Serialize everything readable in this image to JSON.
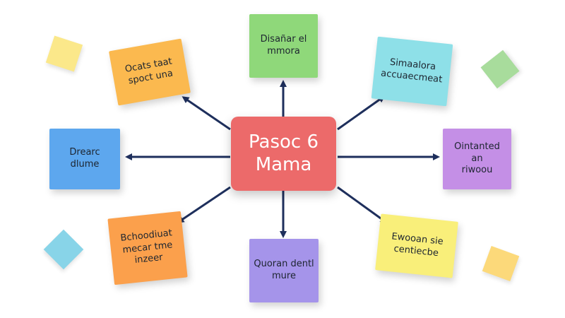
{
  "center": {
    "label": "Pasoc 6\nMama",
    "color": "#ec6a6a"
  },
  "notes": [
    {
      "id": "top",
      "label": "Disañar el\nmmora",
      "color": "#8fd87a"
    },
    {
      "id": "top-left",
      "label": "Ocats taat\nspoct una",
      "color": "#fbb94f"
    },
    {
      "id": "top-right",
      "label": "Simaalora\naccuaecmeat",
      "color": "#8ee0e8"
    },
    {
      "id": "left",
      "label": "Drearc dlume",
      "color": "#5da7ee"
    },
    {
      "id": "right",
      "label": "Ointanted an\nriwoou",
      "color": "#c48fe6"
    },
    {
      "id": "bottom-left",
      "label": "Bchoodiuat\nmecar tme\ninzeer",
      "color": "#fba04c"
    },
    {
      "id": "bottom",
      "label": "Quoran dentl\nmure",
      "color": "#a594ea"
    },
    {
      "id": "bottom-right",
      "label": "Ewooan sie\ncentiecbe",
      "color": "#f9ef7a"
    }
  ],
  "decorations": [
    {
      "id": "yellow-square",
      "color": "#fbe88a"
    },
    {
      "id": "green-square",
      "color": "#a8dc9c"
    },
    {
      "id": "cyan-square",
      "color": "#88d4e8"
    },
    {
      "id": "gold-square",
      "color": "#fcd97a"
    }
  ],
  "arrow_color": "#1e2f5c"
}
